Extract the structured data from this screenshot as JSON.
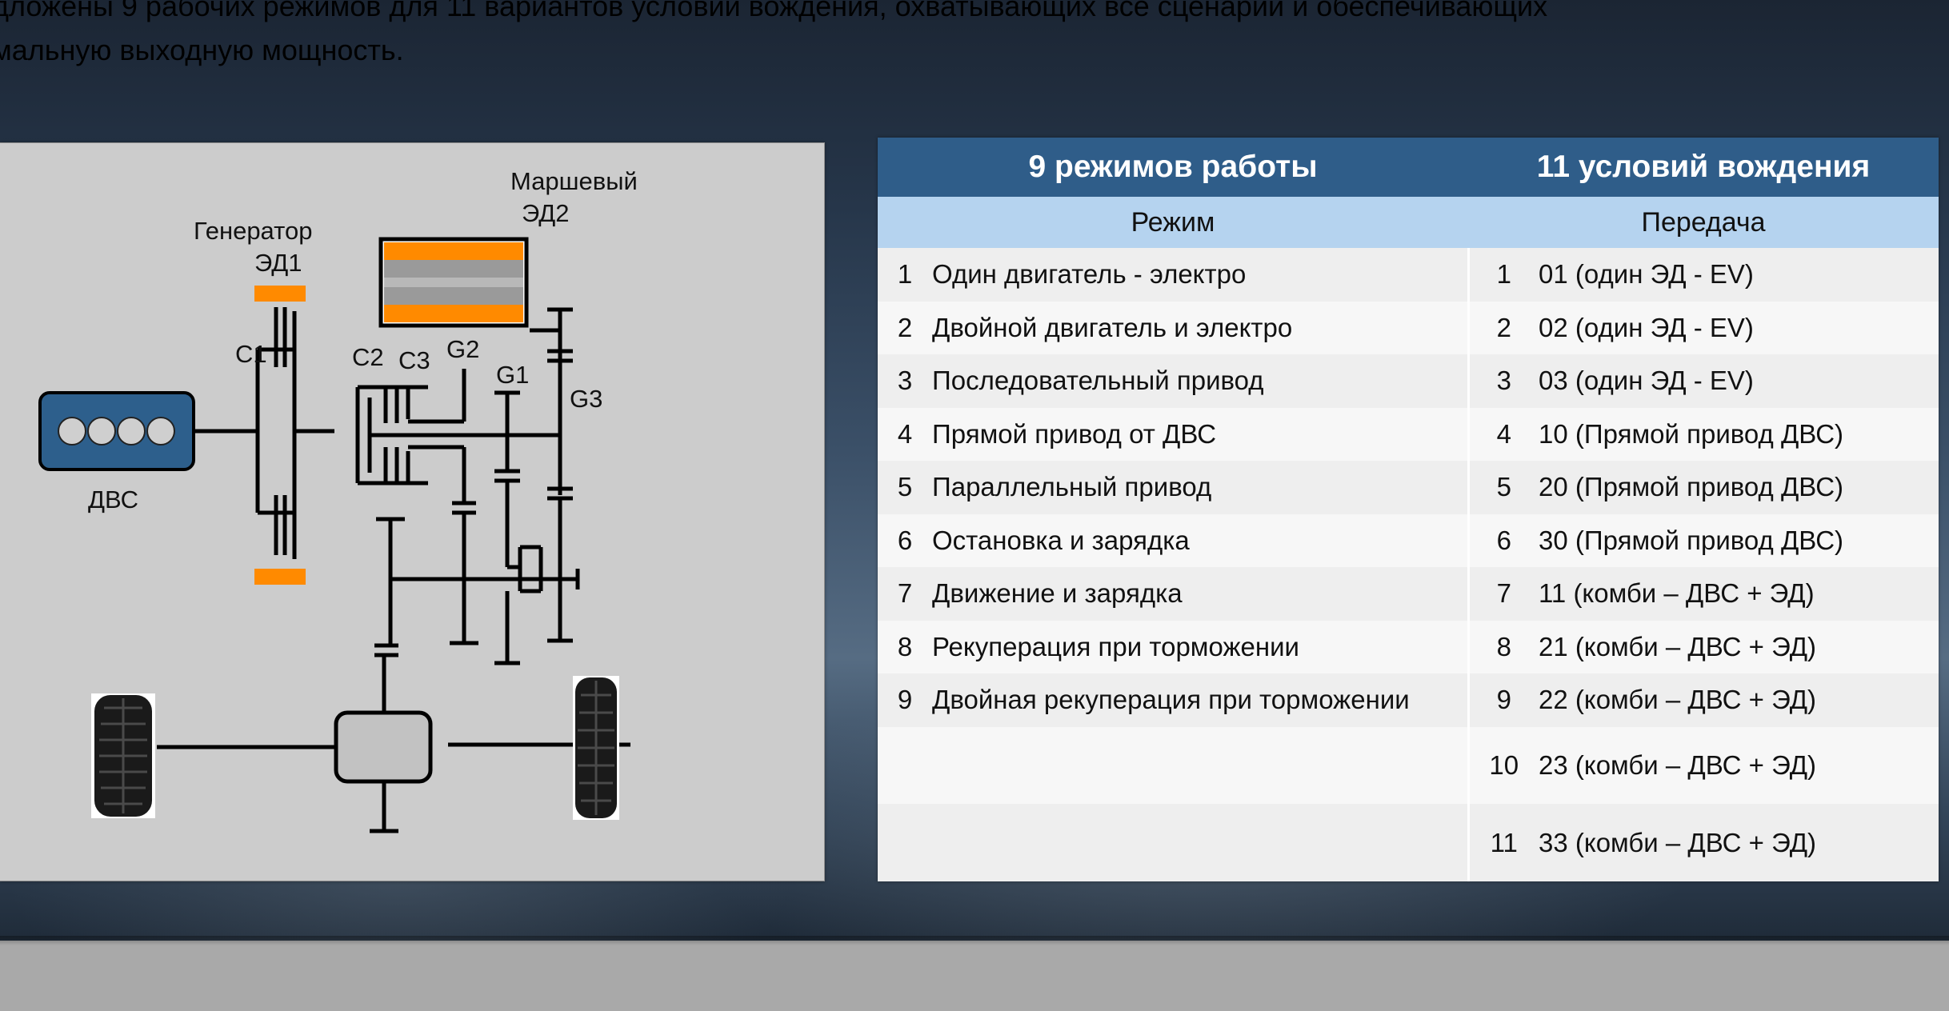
{
  "intro": {
    "line1": "дложены 9 рабочих режимов для 11 вариантов условий вождения, охватывающих все сценарии и обеспечивающих",
    "line2": "мальную выходную мощность."
  },
  "diagram": {
    "labels": {
      "traction_motor_line1": "Маршевый",
      "traction_motor_line2": "ЭД2",
      "generator_line1": "Генератор",
      "generator_line2": "ЭД1",
      "engine": "ДВС",
      "c1": "C1",
      "c2": "C2",
      "c3": "C3",
      "g1": "G1",
      "g2": "G2",
      "g3": "G3"
    },
    "colors": {
      "motor_orange": "#ff8a00",
      "engine_blue": "#2d5f8c"
    }
  },
  "table": {
    "header_modes": "9 режимов работы",
    "header_conditions": "11 условий вождения",
    "sub_mode": "Режим",
    "sub_gear": "Передача",
    "rows": [
      {
        "n": "1",
        "mode": "Один двигатель - электро",
        "gn": "1",
        "gear": "01 (один ЭД - EV)"
      },
      {
        "n": "2",
        "mode": "Двойной двигатель и электро",
        "gn": "2",
        "gear": "02 (один ЭД - EV)"
      },
      {
        "n": "3",
        "mode": "Последовательный привод",
        "gn": "3",
        "gear": "03 (один ЭД - EV)"
      },
      {
        "n": "4",
        "mode": "Прямой привод от ДВС",
        "gn": "4",
        "gear": "10 (Прямой привод ДВС)"
      },
      {
        "n": "5",
        "mode": "Параллельный привод",
        "gn": "5",
        "gear": "20 (Прямой привод ДВС)"
      },
      {
        "n": "6",
        "mode": "Остановка и зарядка",
        "gn": "6",
        "gear": "30 (Прямой привод ДВС)"
      },
      {
        "n": "7",
        "mode": "Движение и зарядка",
        "gn": "7",
        "gear": "11 (комби – ДВС + ЭД)"
      },
      {
        "n": "8",
        "mode": "Рекуперация при торможении",
        "gn": "8",
        "gear": "21 (комби – ДВС + ЭД)"
      },
      {
        "n": "9",
        "mode": "Двойная рекуперация при торможении",
        "gn": "9",
        "gear": "22 (комби – ДВС + ЭД)"
      },
      {
        "n": "",
        "mode": "",
        "gn": "10",
        "gear": "23 (комби – ДВС + ЭД)"
      },
      {
        "n": "",
        "mode": "",
        "gn": "11",
        "gear": "33 (комби – ДВС + ЭД)"
      }
    ]
  }
}
